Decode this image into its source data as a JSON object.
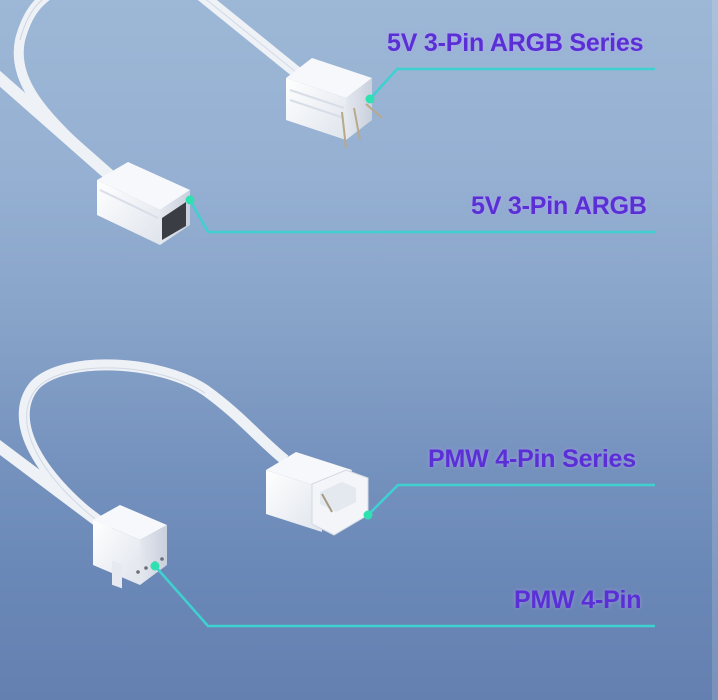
{
  "colors": {
    "label_text": "#5b2fd6",
    "leader_line": "#3fd0d0",
    "leader_dot": "#2fe0b0",
    "background_top": "#9db7d6",
    "background_bottom": "#6480b0",
    "connector_body": "#f2f4f8"
  },
  "callouts": [
    {
      "label": "5V 3-Pin ARGB Series",
      "target": "argb-male-connector"
    },
    {
      "label": "5V 3-Pin ARGB",
      "target": "argb-female-connector"
    },
    {
      "label": "PMW 4-Pin Series",
      "target": "pwm-male-connector"
    },
    {
      "label": "PMW 4-Pin",
      "target": "pwm-female-connector"
    }
  ]
}
